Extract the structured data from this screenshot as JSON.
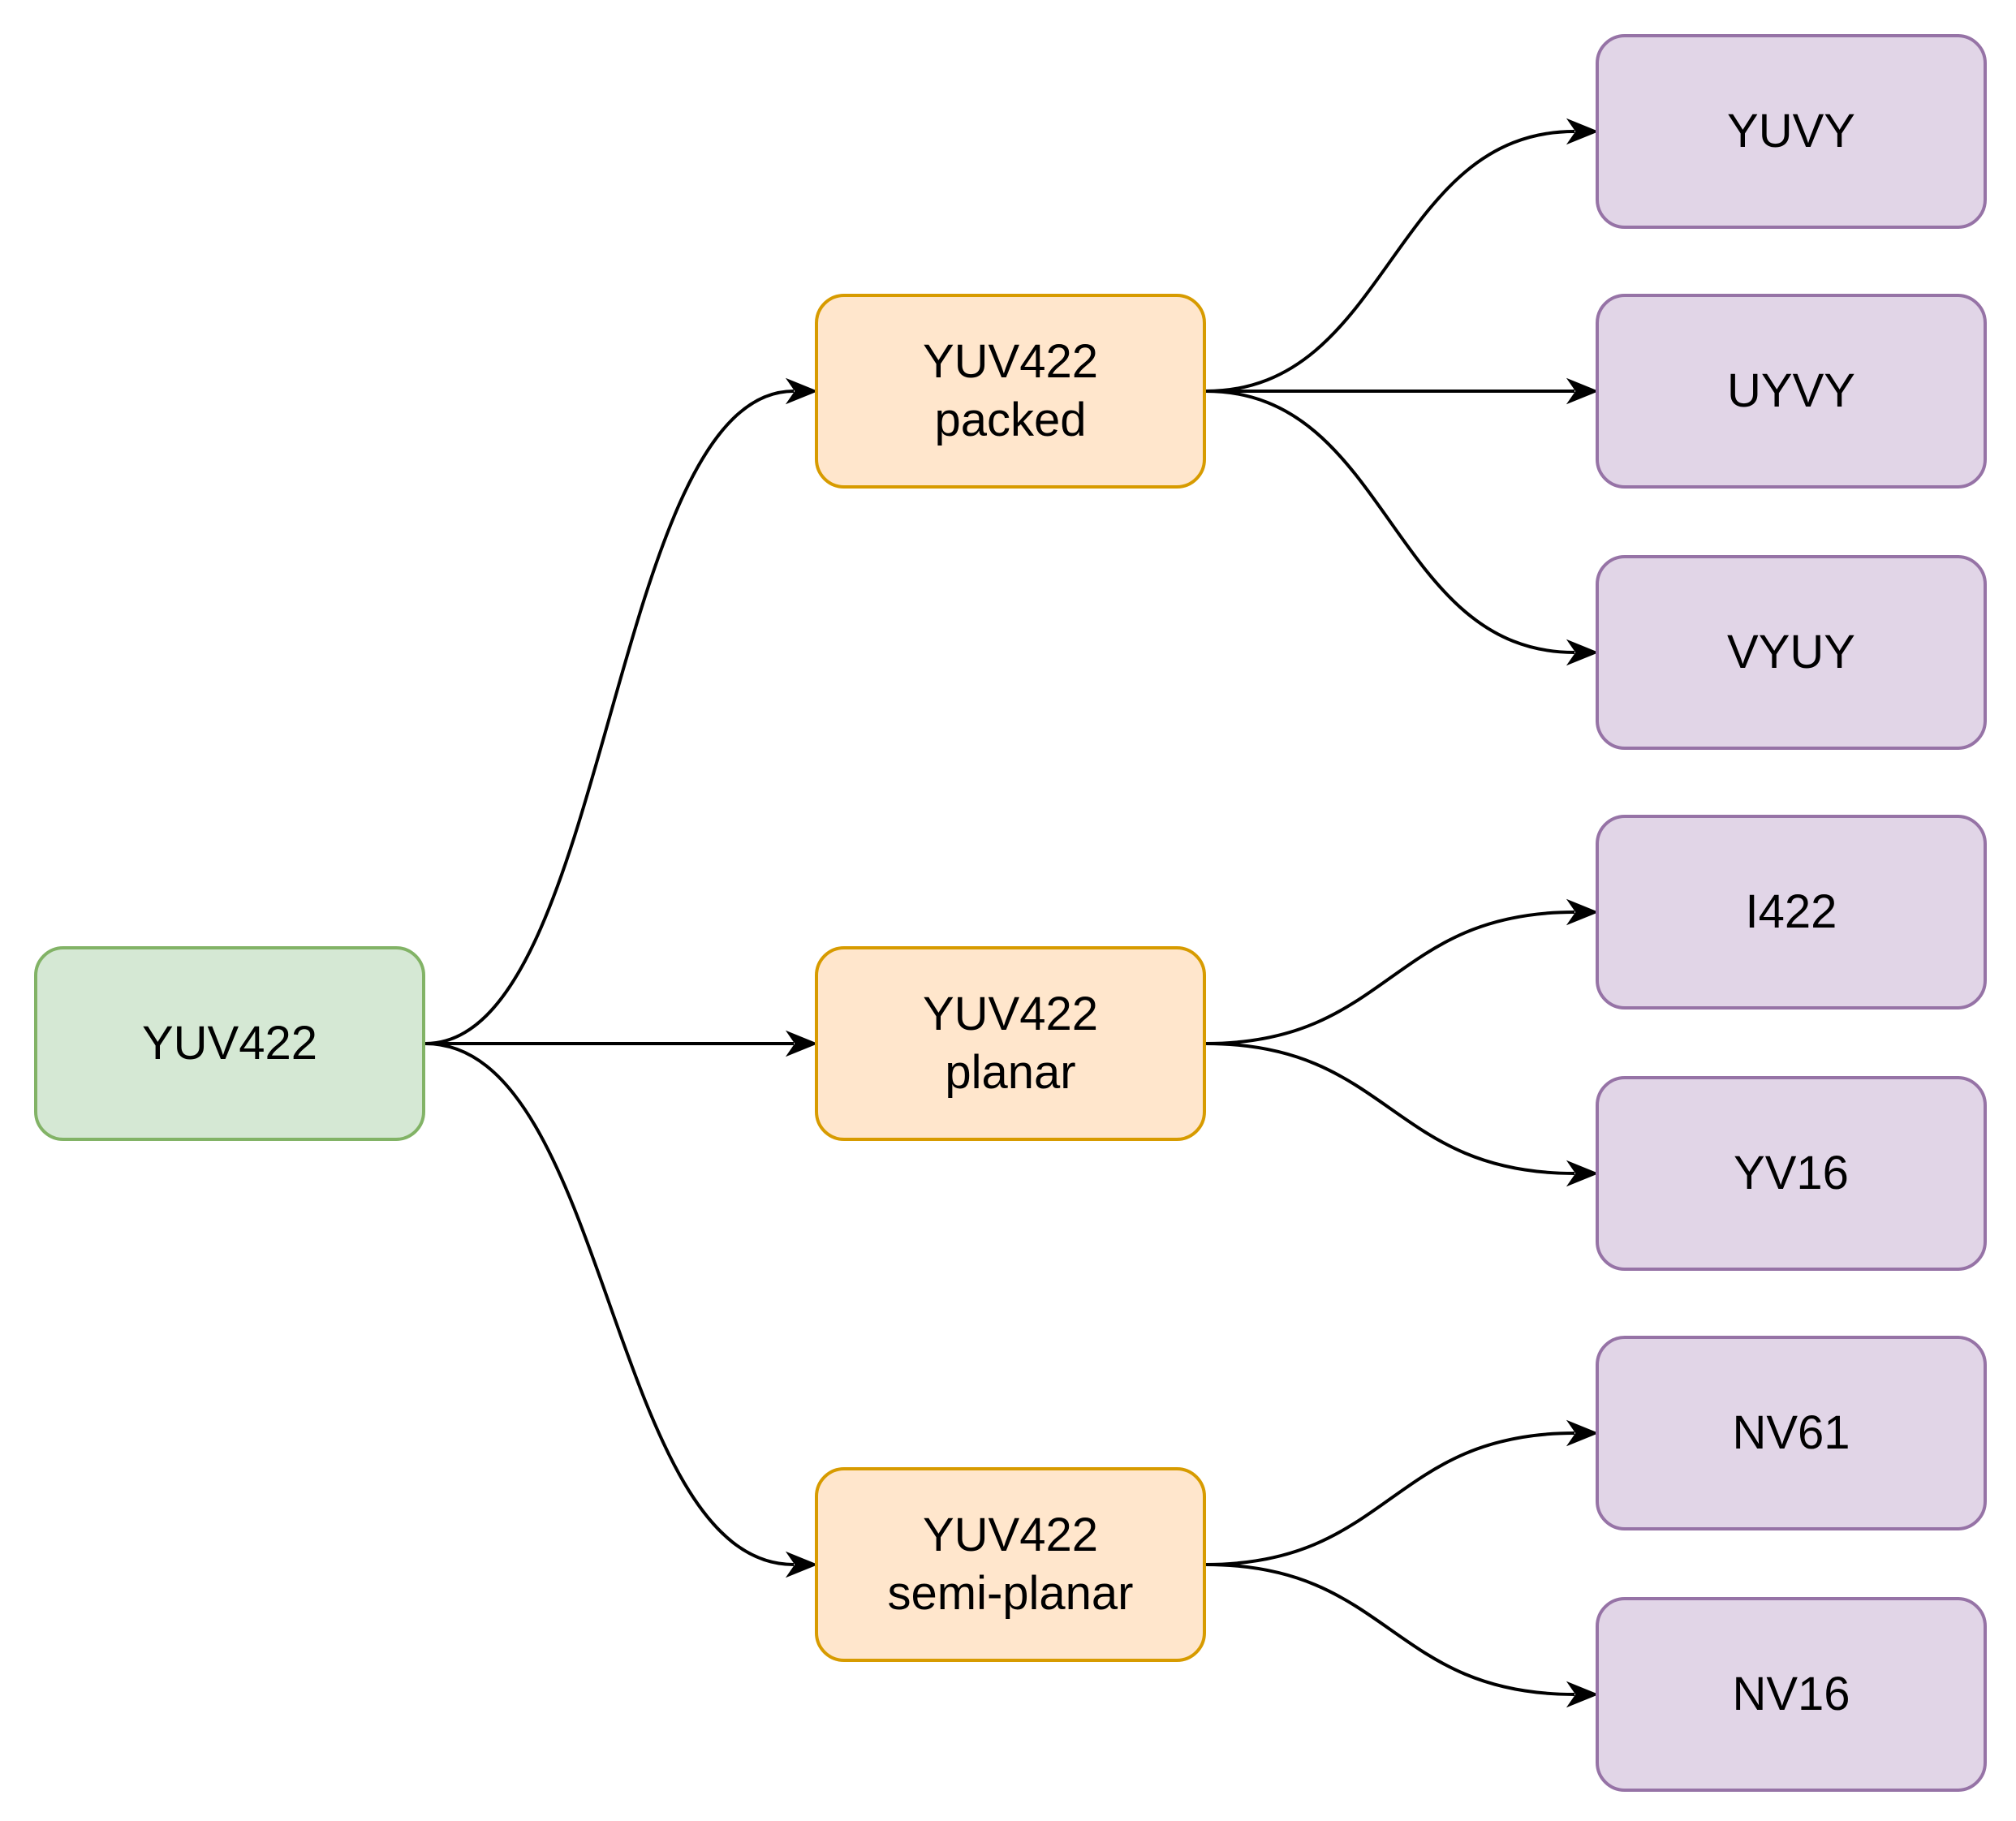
{
  "colors": {
    "root_fill": "#d5e8d4",
    "root_border": "#82b366",
    "mid_fill": "#ffe6cc",
    "mid_border": "#d79b00",
    "leaf_fill": "#e1d5e7",
    "leaf_border": "#9673a6",
    "edge": "#000000"
  },
  "nodes": {
    "root": {
      "lines": [
        "YUV422"
      ]
    },
    "packed": {
      "lines": [
        "YUV422",
        "packed"
      ]
    },
    "planar": {
      "lines": [
        "YUV422",
        "planar"
      ]
    },
    "semi_planar": {
      "lines": [
        "YUV422",
        "semi-planar"
      ]
    },
    "yuvy": {
      "lines": [
        "YUVY"
      ]
    },
    "uyvy": {
      "lines": [
        "UYVY"
      ]
    },
    "vyuy": {
      "lines": [
        "VYUY"
      ]
    },
    "i422": {
      "lines": [
        "I422"
      ]
    },
    "yv16": {
      "lines": [
        "YV16"
      ]
    },
    "nv61": {
      "lines": [
        "NV61"
      ]
    },
    "nv16": {
      "lines": [
        "NV16"
      ]
    }
  },
  "edges": [
    {
      "from": "root",
      "to": "packed"
    },
    {
      "from": "root",
      "to": "planar"
    },
    {
      "from": "root",
      "to": "semi_planar"
    },
    {
      "from": "packed",
      "to": "yuvy"
    },
    {
      "from": "packed",
      "to": "uyvy"
    },
    {
      "from": "packed",
      "to": "vyuy"
    },
    {
      "from": "planar",
      "to": "i422"
    },
    {
      "from": "planar",
      "to": "yv16"
    },
    {
      "from": "semi_planar",
      "to": "nv61"
    },
    {
      "from": "semi_planar",
      "to": "nv16"
    }
  ]
}
